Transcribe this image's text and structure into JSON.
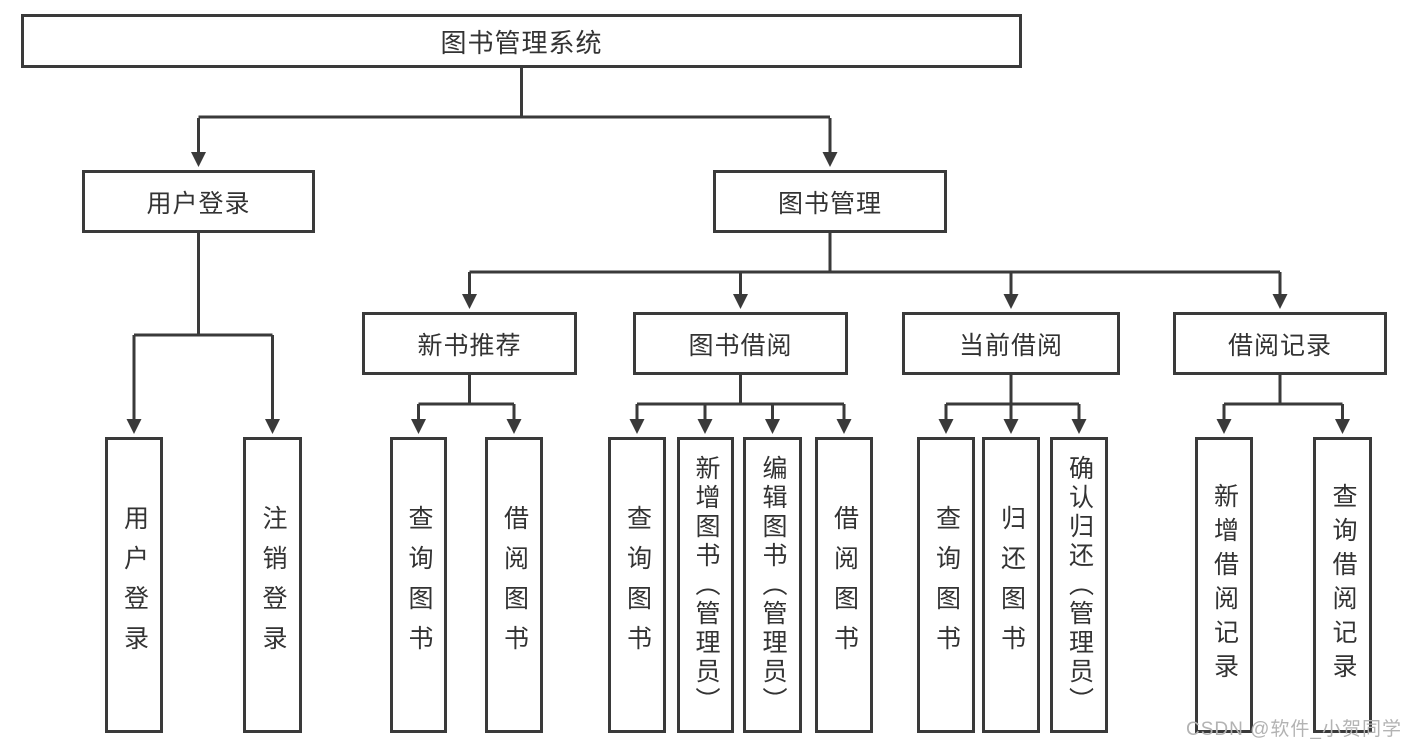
{
  "diagram": {
    "tree": {
      "label": "图书管理系统",
      "children": [
        {
          "label": "用户登录",
          "children": [
            {
              "label": "用户登录"
            },
            {
              "label": "注销登录"
            }
          ]
        },
        {
          "label": "图书管理",
          "children": [
            {
              "label": "新书推荐",
              "children": [
                {
                  "label": "查询图书"
                },
                {
                  "label": "借阅图书"
                }
              ]
            },
            {
              "label": "图书借阅",
              "children": [
                {
                  "label": "查询图书"
                },
                {
                  "label": "新增图书（管理员）"
                },
                {
                  "label": "编辑图书（管理员）"
                },
                {
                  "label": "借阅图书"
                }
              ]
            },
            {
              "label": "当前借阅",
              "children": [
                {
                  "label": "查询图书"
                },
                {
                  "label": "归还图书"
                },
                {
                  "label": "确认归还（管理员）"
                }
              ]
            },
            {
              "label": "借阅记录",
              "children": [
                {
                  "label": "新增借阅记录"
                },
                {
                  "label": "查询借阅记录"
                }
              ]
            }
          ]
        }
      ]
    },
    "colors": {
      "line": "#3a3a3a",
      "box_border": "#3a3a3a",
      "box_fill": "#ffffff",
      "text": "#333333",
      "watermark": "#b3b3b3",
      "background": "#ffffff"
    }
  },
  "watermark": {
    "text": "CSDN @软件_小贺同学"
  }
}
